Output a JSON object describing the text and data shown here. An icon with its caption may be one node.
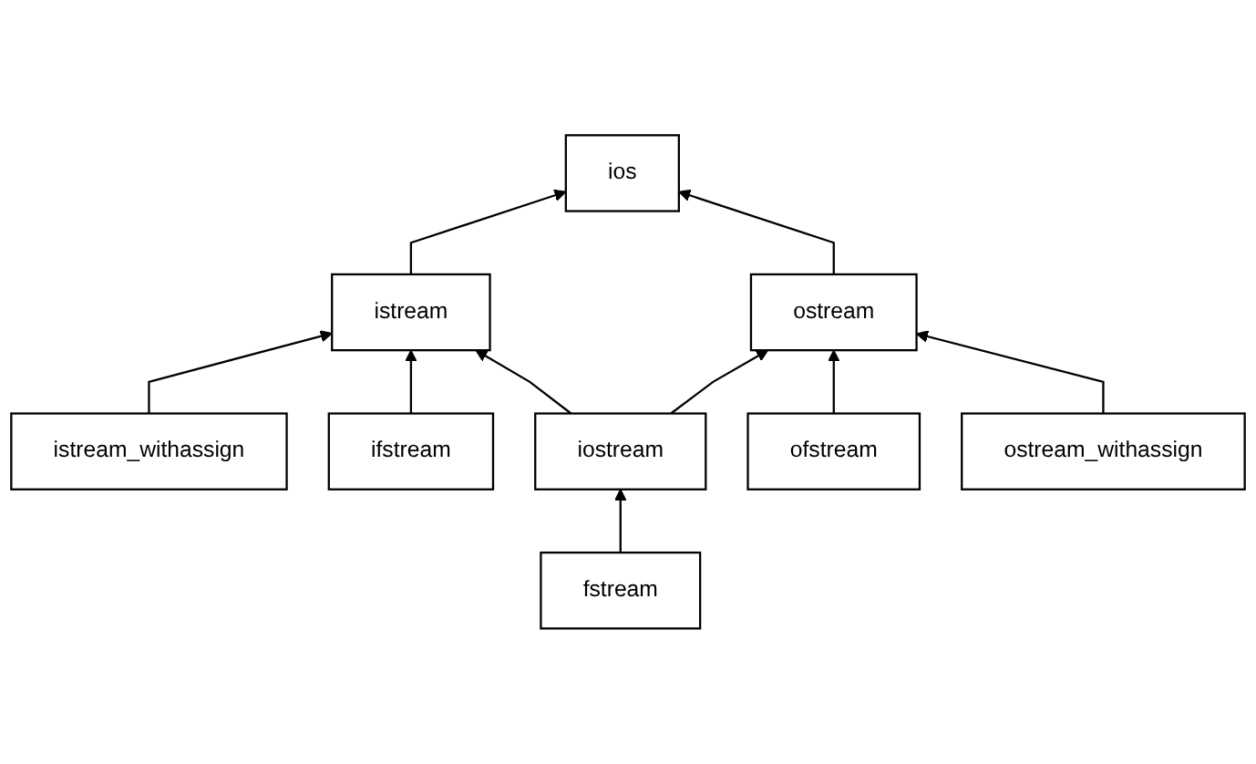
{
  "diagram": {
    "nodes": [
      {
        "text": [
          "ios"
        ]
      },
      {
        "text": [
          "istream"
        ]
      },
      {
        "text": [
          "ostream"
        ]
      },
      {
        "text": [
          "ifstream"
        ]
      },
      {
        "text": [
          "iostream"
        ]
      },
      {
        "text": [
          "ofstream"
        ]
      },
      {
        "text": [
          "istream_withassign"
        ]
      },
      {
        "text": [
          "fstream"
        ]
      },
      {
        "text": [
          "ostream_withassign"
        ]
      }
    ],
    "edges": [
      {
        "from": 1,
        "to": 0,
        "arrow": "to"
      },
      {
        "from": 2,
        "to": 0,
        "arrow": "to"
      },
      {
        "from": 6,
        "to": 1,
        "arrow": "to"
      },
      {
        "from": 3,
        "to": 1,
        "arrow": "to"
      },
      {
        "from": 4,
        "to": 1,
        "arrow": "to"
      },
      {
        "from": 4,
        "to": 2,
        "arrow": "to"
      },
      {
        "from": 5,
        "to": 2,
        "arrow": "to"
      },
      {
        "from": 8,
        "to": 2,
        "arrow": "to"
      },
      {
        "from": 7,
        "to": 4,
        "arrow": "to"
      }
    ]
  }
}
